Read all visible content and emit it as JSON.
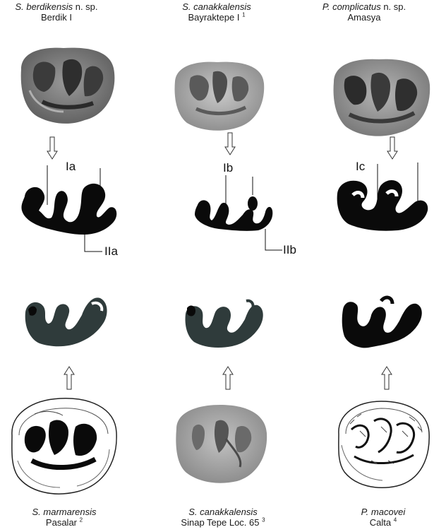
{
  "top_labels": [
    {
      "species": "S. berdikensis",
      "suffix": " n. sp.",
      "locality": "Berdik I",
      "note": ""
    },
    {
      "species": "S. canakkalensis",
      "suffix": "",
      "locality": "Bayraktepe I",
      "note": "1"
    },
    {
      "species": "P. complicatus",
      "suffix": " n. sp.",
      "locality": "Amasya",
      "note": ""
    }
  ],
  "bottom_labels": [
    {
      "species": "S. marmarensis",
      "suffix": "",
      "locality": "Pasalar",
      "note": "2"
    },
    {
      "species": "S. canakkalensis",
      "suffix": "",
      "locality": "Sinap Tepe Loc. 65",
      "note": "3"
    },
    {
      "species": "P. macovei",
      "suffix": "",
      "locality": "Calta",
      "note": "4"
    }
  ],
  "structure_labels": {
    "ia": "Ia",
    "ib": "Ib",
    "ic": "Ic",
    "iia": "IIa",
    "iib": "IIb"
  },
  "colors": {
    "photo_dark": "#4a4a4a",
    "photo_mid": "#8a8a8a",
    "photo_light": "#c8c8c8",
    "enamel_black": "#0a0a0a",
    "enamel_teal": "#2f3b3b"
  }
}
